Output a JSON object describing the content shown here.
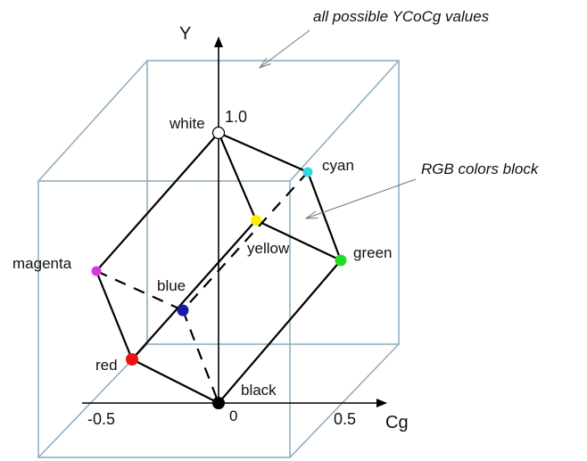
{
  "annotations": {
    "ycocg": "all possible YCoCg values",
    "rgb_block": "RGB colors block"
  },
  "axes": {
    "y_label": "Y",
    "x_label": "Cg"
  },
  "ticks": {
    "y_top": "1.0",
    "x_neg": "-0.5",
    "origin": "0",
    "x_pos": "0.5"
  },
  "vertices": [
    {
      "id": "white",
      "label": "white",
      "color": "#ffffff"
    },
    {
      "id": "cyan",
      "label": "cyan",
      "color": "#33d6e6"
    },
    {
      "id": "yellow",
      "label": "yellow",
      "color": "#ffee00"
    },
    {
      "id": "green",
      "label": "green",
      "color": "#22dd22"
    },
    {
      "id": "magenta",
      "label": "magenta",
      "color": "#dd33dd"
    },
    {
      "id": "blue",
      "label": "blue",
      "color": "#1a1aaa"
    },
    {
      "id": "red",
      "label": "red",
      "color": "#ee1111"
    },
    {
      "id": "black",
      "label": "black",
      "color": "#000000"
    }
  ]
}
